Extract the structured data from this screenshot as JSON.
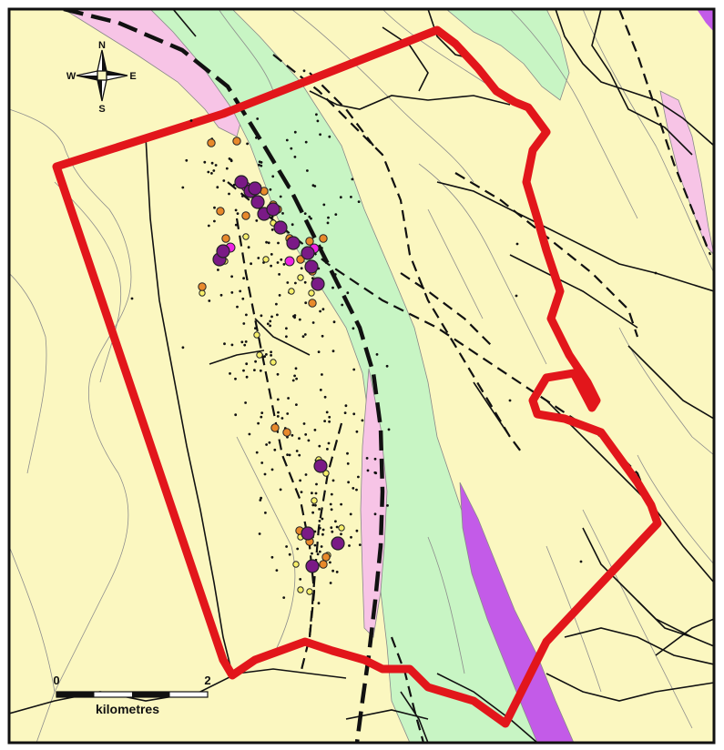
{
  "map": {
    "compass": {
      "north": "N",
      "south": "S",
      "east": "E",
      "west": "W"
    },
    "scale_bar": {
      "start_label": "0",
      "end_label": "2",
      "unit_label": "kilometres"
    },
    "colors": {
      "background": "#fbf7c0",
      "green_unit": "#c8f5c4",
      "pink_unit": "#f7c4e6",
      "purple_unit": "#c35be8",
      "boundary": "#e2161b",
      "sample_large": "#7a1a86",
      "sample_magenta": "#ee22e3",
      "sample_orange": "#e8892b",
      "sample_yellow": "#f6ef6a",
      "sample_small": "#111111"
    }
  }
}
